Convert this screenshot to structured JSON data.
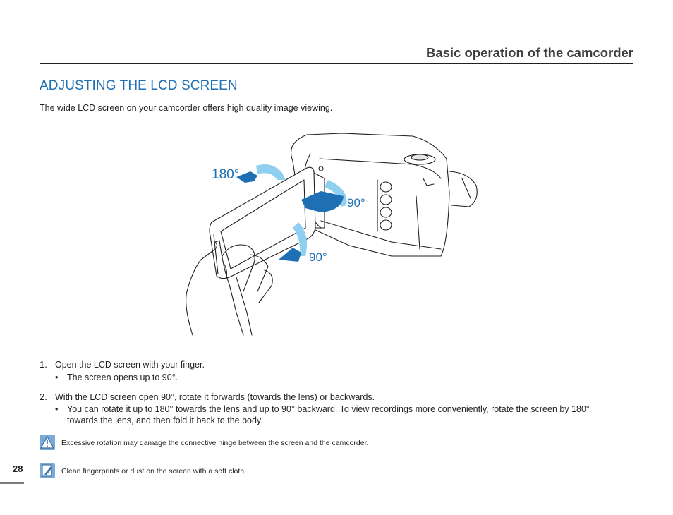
{
  "header": {
    "title": "Basic operation of the camcorder"
  },
  "section": {
    "title": "ADJUSTING THE LCD SCREEN",
    "intro": "The wide LCD screen on your camcorder offers high quality image viewing."
  },
  "figure": {
    "label_180": "180°",
    "label_90_upper": "90°",
    "label_90_lower": "90°"
  },
  "steps": [
    {
      "number": "1.",
      "text": "Open the LCD screen with your finger.",
      "bullets": [
        "The screen opens up to 90°."
      ]
    },
    {
      "number": "2.",
      "text": "With the LCD screen open 90°, rotate it forwards (towards the lens) or backwards.",
      "bullets": [
        "You can rotate it up to 180° towards the lens and up to 90° backward. To view recordings more conveniently, rotate the screen by 180° towards the lens, and then fold it back to the body."
      ]
    }
  ],
  "bullet_symbol": "•",
  "notes": [
    {
      "icon": "warning-icon",
      "text": "Excessive rotation may damage the connective hinge between the screen and the camcorder."
    },
    {
      "icon": "memo-icon",
      "text": "Clean fingerprints or dust on the screen with a soft cloth."
    }
  ],
  "page": {
    "number": "28"
  },
  "colors": {
    "accent": "#1f6fb5",
    "arrow_light": "#8fd0f0",
    "arrow_dark": "#1f6fb5",
    "note_icon": "#7aaad8"
  }
}
